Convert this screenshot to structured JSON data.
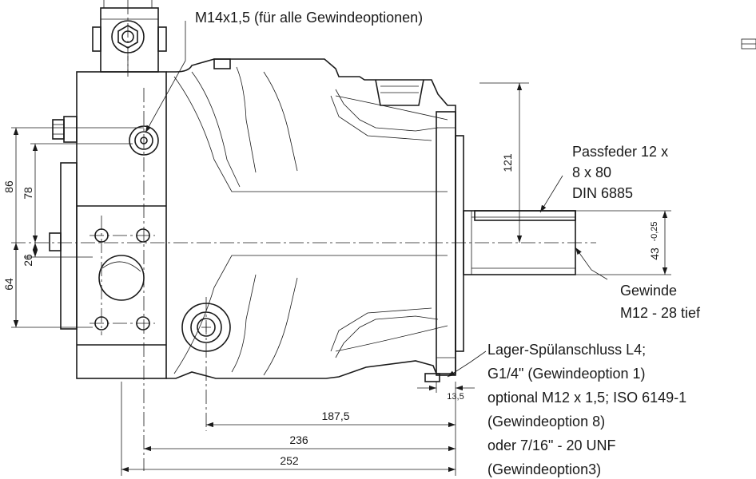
{
  "labels": {
    "top_thread": "M14x1,5 (für alle Gewindeoptionen)",
    "key_line1": "Passfeder 12 x",
    "key_line2": "8 x 80",
    "key_line3": "DIN 6885",
    "gewinde_line1": "Gewinde",
    "gewinde_line2": "M12 - 28 tief",
    "lager_line1": "Lager-Spülanschluss L4;",
    "lager_line2": "G1/4\" (Gewindeoption 1)",
    "lager_line3": "optional M12 x 1,5; ISO 6149-1",
    "lager_line4": "(Gewindeoption 8)",
    "lager_line5": "oder 7/16\" - 20 UNF",
    "lager_line6": "(Gewindeoption3)"
  },
  "dimensions": {
    "d121": "121",
    "d86": "86",
    "d78": "78",
    "d26": "26",
    "d64": "64",
    "d43_main": "43",
    "d43_tol": "-0,25",
    "d13_5": "13,5",
    "d187_5": "187,5",
    "d236": "236",
    "d252": "252"
  }
}
